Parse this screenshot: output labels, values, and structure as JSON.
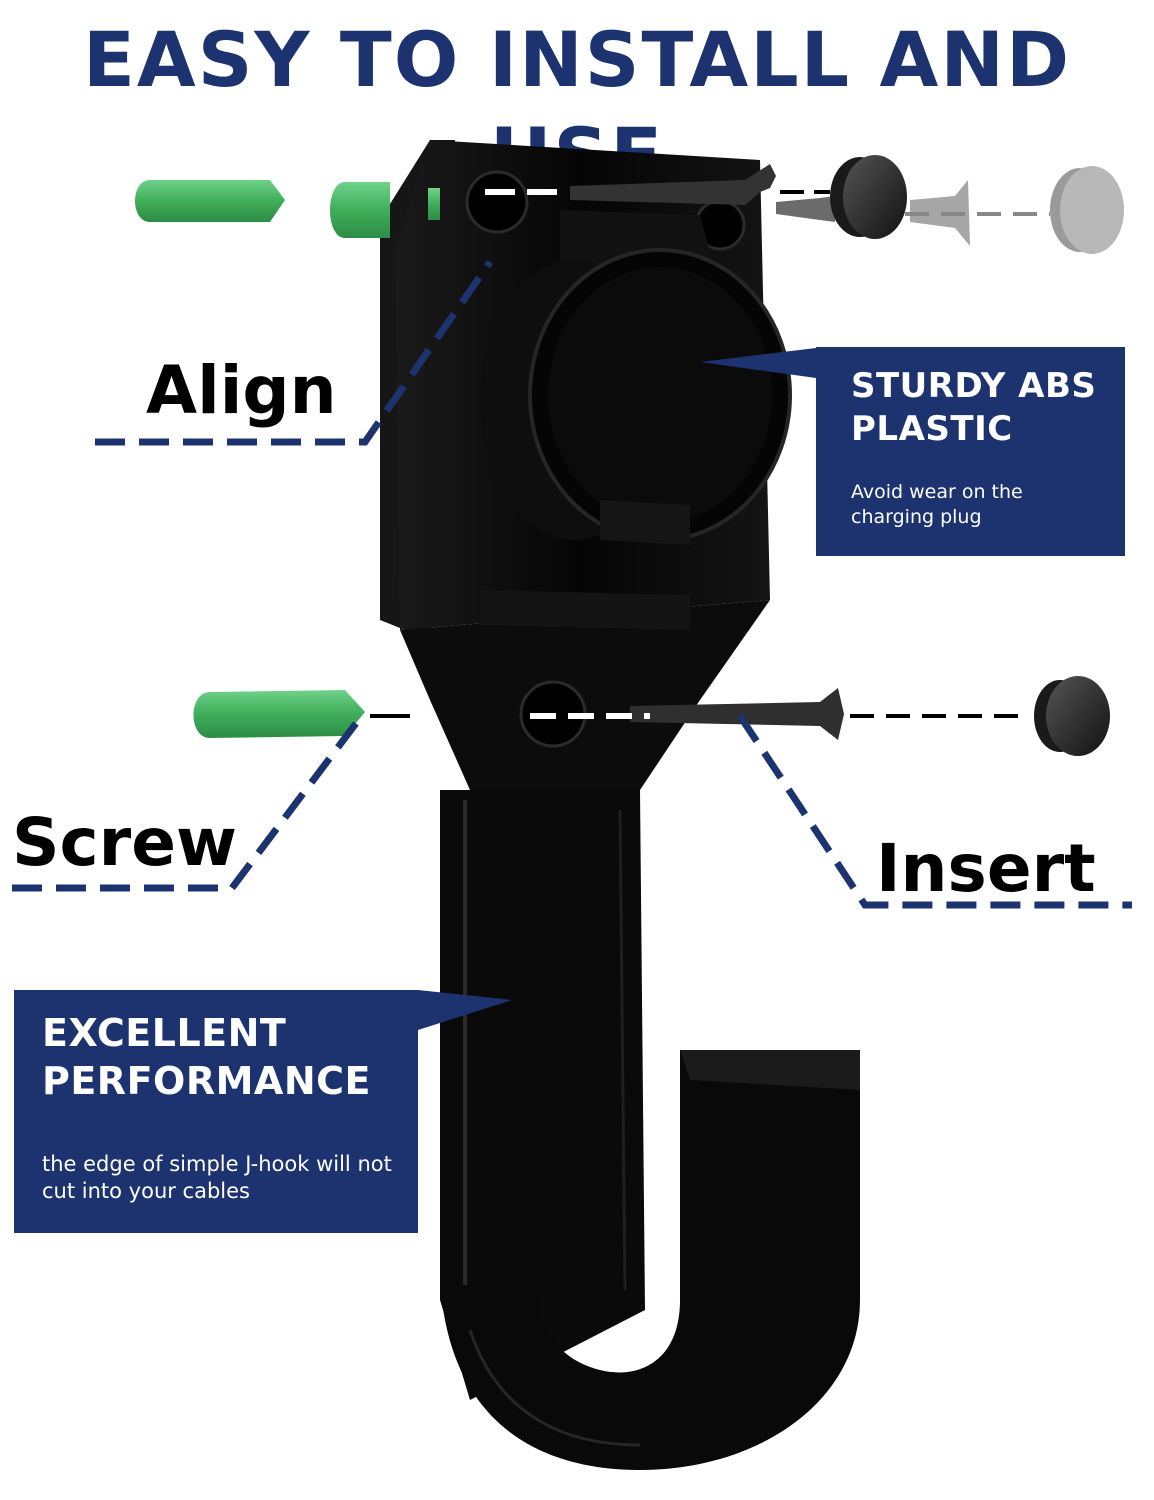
{
  "headline": "EASY TO INSTALL AND USE",
  "labels": {
    "align": "Align",
    "screw": "Screw",
    "insert": "Insert"
  },
  "callouts": {
    "abs": {
      "title": "STURDY ABS PLASTIC",
      "text": "Avoid wear on the charging plug"
    },
    "performance": {
      "title": "EXCELLENT PERFORMANCE",
      "text": "the edge of simple J-hook will not cut into your cables"
    }
  },
  "colors": {
    "brand_navy": "#1c3370",
    "anchor_green": "#3fae5a",
    "hook_black": "#0b0b0b",
    "background": "#ffffff"
  },
  "icons": [
    "j-hook-icon",
    "wall-anchor-icon",
    "screw-icon",
    "cover-cap-icon"
  ]
}
